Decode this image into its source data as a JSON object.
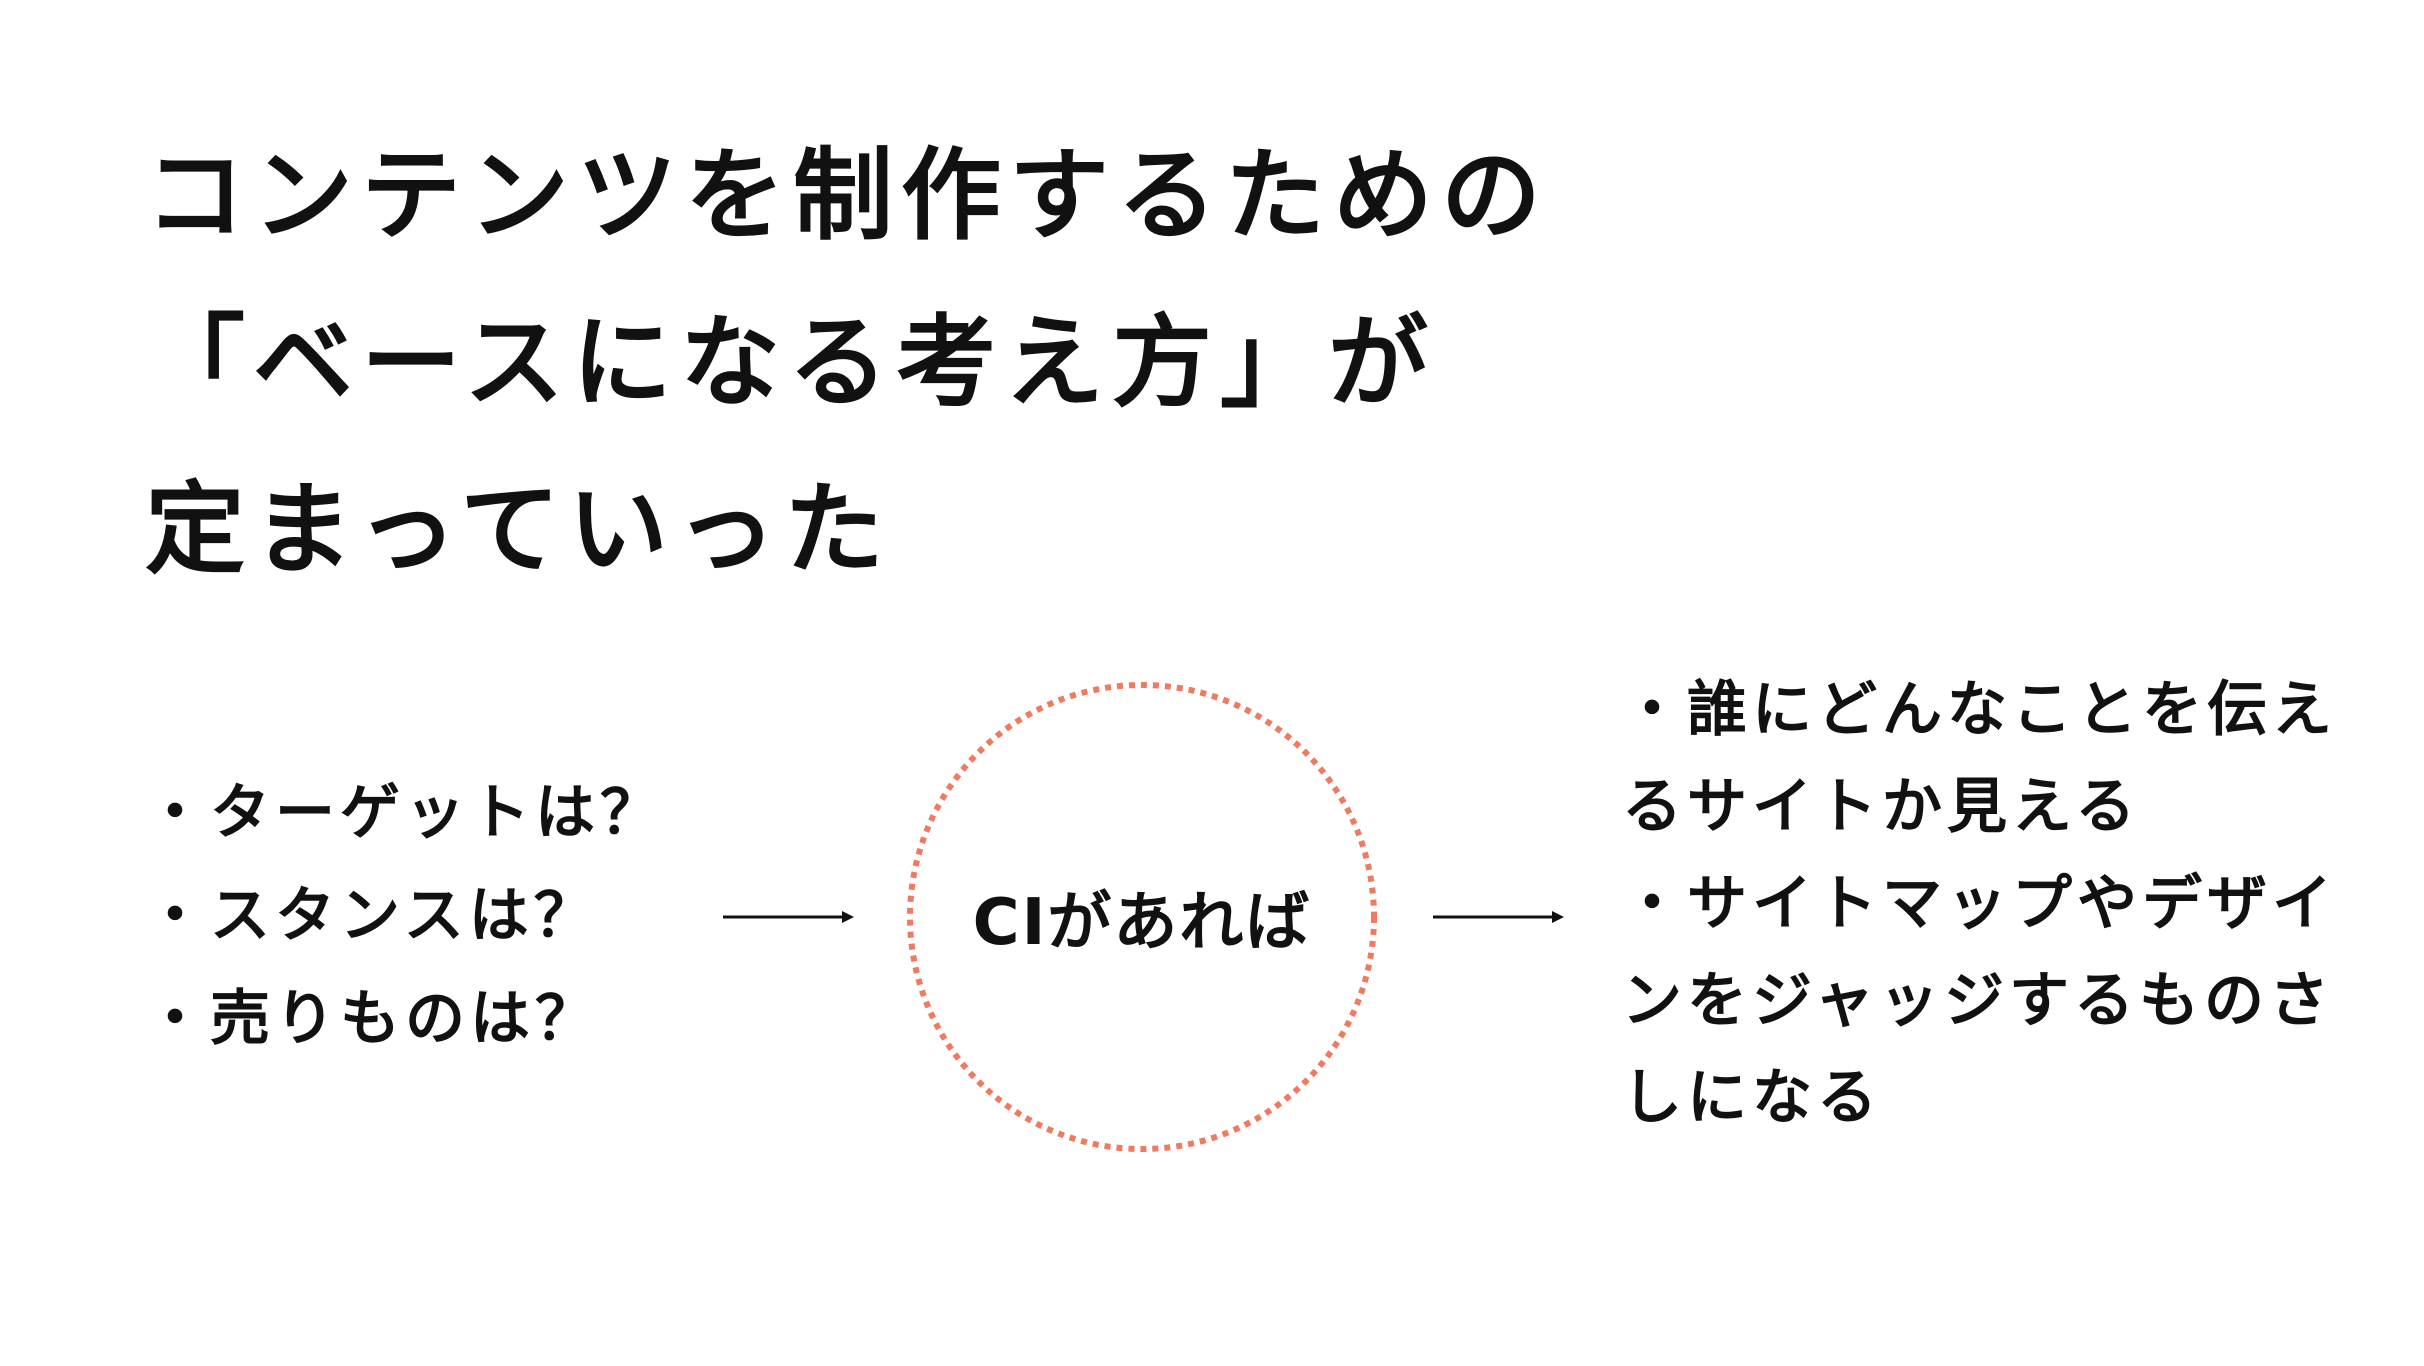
{
  "title": {
    "lines": [
      "コンテンツを制作するための",
      "「ベースになる考え方」が",
      "定まっていった"
    ]
  },
  "left_list": [
    "・ターゲットは？",
    "・スタンスは？",
    "・売りものは？"
  ],
  "center": {
    "label": "CIがあれば",
    "circle_color": "#f07a60"
  },
  "right_text": {
    "lines": [
      "・誰にどんなことを伝え",
      "るサイトか見える",
      "・サイトマップやデザイ",
      "ンをジャッジするものさ",
      "しになる"
    ]
  }
}
